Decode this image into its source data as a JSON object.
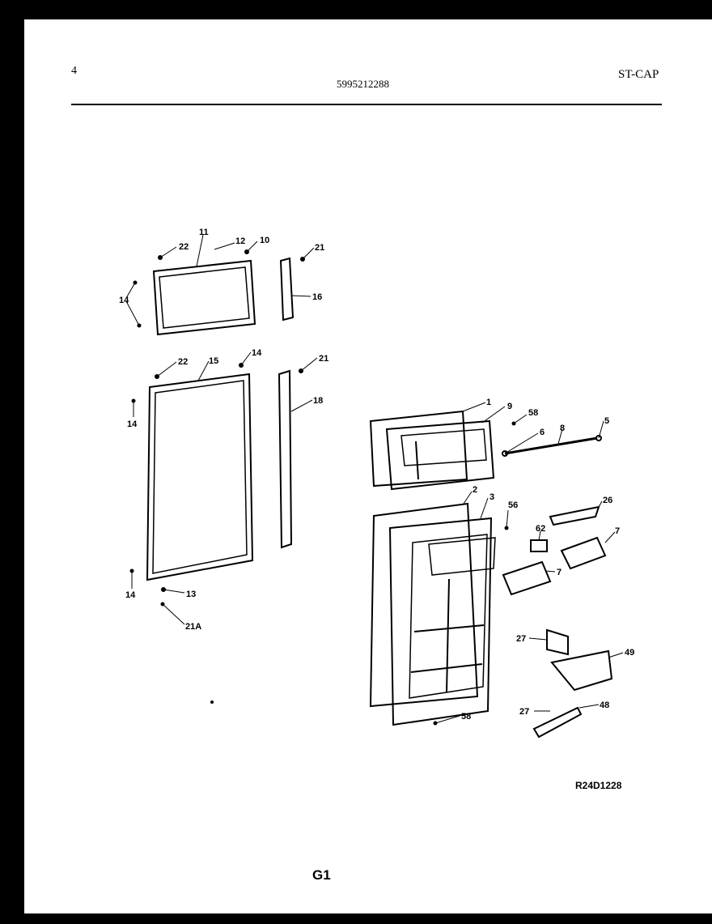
{
  "header": {
    "page_number": "4",
    "model_number": "5995212288",
    "section_code": "ST-CAP"
  },
  "footer": {
    "reference_code": "R24D1228",
    "plate_label": "G1"
  },
  "callouts": [
    "22",
    "12",
    "10",
    "11",
    "21",
    "14",
    "16",
    "22",
    "15",
    "14",
    "21",
    "18",
    "14",
    "14",
    "13",
    "21A",
    "1",
    "9",
    "58",
    "6",
    "8",
    "5",
    "2",
    "3",
    "56",
    "26",
    "62",
    "7",
    "7",
    "27",
    "49",
    "27",
    "48",
    "58"
  ]
}
